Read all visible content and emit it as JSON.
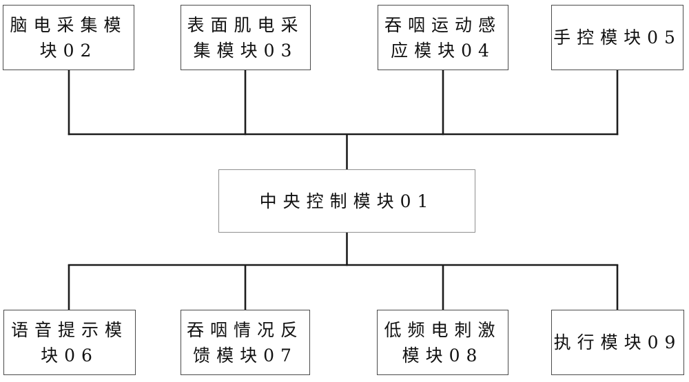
{
  "diagram": {
    "type": "block-diagram",
    "central_module": {
      "id": "01",
      "label": "中央控制模块01"
    },
    "top_modules": [
      {
        "id": "02",
        "label": "脑电采集模块02",
        "line1": "脑电采集模",
        "line2": "块02"
      },
      {
        "id": "03",
        "label": "表面肌电采集模块03",
        "line1": "表面肌电采",
        "line2": "集模块03"
      },
      {
        "id": "04",
        "label": "吞咽运动感应模块04",
        "line1": "吞咽运动感",
        "line2": "应模块04"
      },
      {
        "id": "05",
        "label": "手控模块05",
        "line1": "手控模块05"
      }
    ],
    "bottom_modules": [
      {
        "id": "06",
        "label": "语音提示模块06",
        "line1": "语音提示模",
        "line2": "块06"
      },
      {
        "id": "07",
        "label": "吞咽情况反馈模块07",
        "line1": "吞咽情况反",
        "line2": "馈模块07"
      },
      {
        "id": "08",
        "label": "低频电刺激模块08",
        "line1": "低频电刺激",
        "line2": "模块08"
      },
      {
        "id": "09",
        "label": "执行模块09",
        "line1": "执行模块09"
      }
    ],
    "connections": [
      {
        "from": "02",
        "to": "01"
      },
      {
        "from": "03",
        "to": "01"
      },
      {
        "from": "04",
        "to": "01"
      },
      {
        "from": "05",
        "to": "01"
      },
      {
        "from": "01",
        "to": "06"
      },
      {
        "from": "01",
        "to": "07"
      },
      {
        "from": "01",
        "to": "08"
      },
      {
        "from": "01",
        "to": "09"
      }
    ],
    "colors": {
      "background": "#ffffff",
      "connector_line": "#1c1c1c",
      "box_border": "#4a4a4a",
      "central_box_border": "#8f8f8f",
      "text": "#111111"
    }
  }
}
